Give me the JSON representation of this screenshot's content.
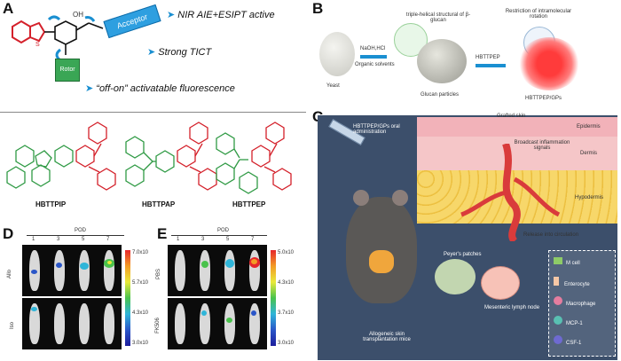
{
  "panelA": {
    "letter": "A",
    "acceptor_label": "Acceptor",
    "rotor_label": "Rotor",
    "features": [
      "NIR AIE+ESIPT active",
      "Strong TICT",
      "“off-on” activatable fluorescence"
    ],
    "oh_label": "OH",
    "compounds": [
      "HBTTPIP",
      "HBTTPAP",
      "HBTTPEP"
    ]
  },
  "panelB": {
    "letter": "B",
    "stages": [
      "Yeast",
      "Glucan particles",
      "HBTTPEP/GPs"
    ],
    "arrow1_top": "NaOH,HCl",
    "arrow1_bottom": "Organic solvents",
    "arrow2_top": "HBTTPEP",
    "note1": "triple-helical structural of β-glucan",
    "note2": "Restriction of intramolecular rotation"
  },
  "panelC": {
    "letter": "C",
    "oral_label": "HBTTPEP/GPs oral administration",
    "grafted": "Grafted skin",
    "layers": [
      "Epidermis",
      "Dermis",
      "Hypodermis"
    ],
    "broadcast": "Broadcast inflammation signals",
    "release": "Release into circulation",
    "peyers": "Peyer's patches",
    "lymph": "Mesenteric lymph node",
    "mice": "Allogeneic skin transplantation mice",
    "legend": [
      "M cell",
      "Enterocyte",
      "Macrophage",
      "MCP-1",
      "CSF-1"
    ]
  },
  "panelD": {
    "letter": "D",
    "pod_label": "POD",
    "days": [
      "1",
      "3",
      "5",
      "7"
    ],
    "rows": [
      "Allo",
      "Iso"
    ],
    "scale": [
      "7.0x10",
      "5.7x10",
      "4.3x10",
      "3.0x10"
    ]
  },
  "panelE": {
    "letter": "E",
    "pod_label": "POD",
    "days": [
      "1",
      "3",
      "5",
      "7"
    ],
    "rows": [
      "PBS",
      "FK506"
    ],
    "scale": [
      "5.0x10",
      "4.3x10",
      "3.7x10",
      "3.0x10"
    ]
  },
  "colors": {
    "accent_blue": "#1a8fd1",
    "acceptor_blue": "#2e9fe0",
    "rotor_green": "#3aa655",
    "red_structure": "#d4202a",
    "green_structure": "#2f9a44"
  }
}
